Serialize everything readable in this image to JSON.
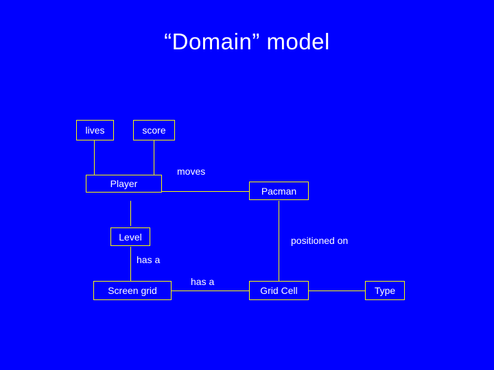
{
  "slide": {
    "title": "“Domain” model",
    "background_color": "#0000ff",
    "box_border_color": "#ffff00",
    "text_color": "#ffffff"
  },
  "diagram": {
    "nodes": [
      {
        "id": "lives",
        "label": "lives"
      },
      {
        "id": "score",
        "label": "score"
      },
      {
        "id": "player",
        "label": "Player"
      },
      {
        "id": "pacman",
        "label": "Pacman"
      },
      {
        "id": "level",
        "label": "Level"
      },
      {
        "id": "screen-grid",
        "label": "Screen grid"
      },
      {
        "id": "grid-cell",
        "label": "Grid Cell"
      },
      {
        "id": "type",
        "label": "Type"
      }
    ],
    "edge_labels": [
      {
        "id": "moves",
        "label": "moves"
      },
      {
        "id": "positioned-on",
        "label": "positioned on"
      },
      {
        "id": "has-a-level",
        "label": "has a"
      },
      {
        "id": "has-a-screen-grid",
        "label": "has a"
      }
    ]
  }
}
